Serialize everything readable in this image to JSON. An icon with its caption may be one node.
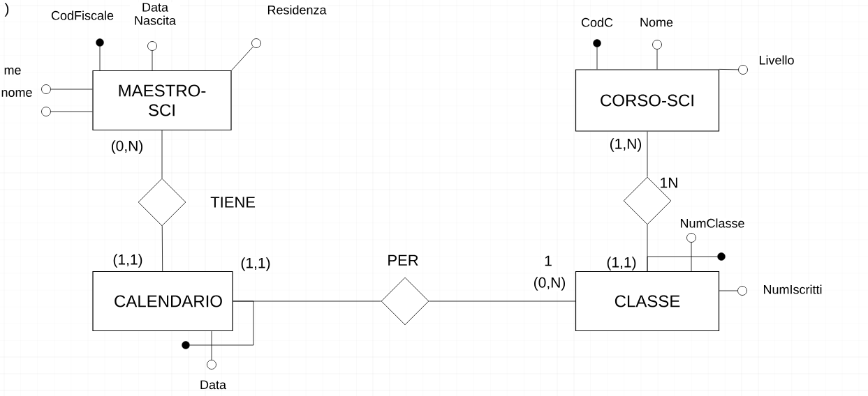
{
  "diagram": {
    "nodes": [
      {
        "text": [
          "MAESTRO-SCI"
        ]
      },
      {
        "text": [
          "CORSO-SCI"
        ]
      },
      {
        "text": [
          "CALENDARIO"
        ]
      },
      {
        "text": [
          "CLASSE"
        ]
      },
      {
        "text": [
          "TIENE"
        ]
      },
      {
        "text": [
          "PER"
        ]
      },
      {
        "text": [],
        "shape": "diamond"
      },
      {
        "text": [],
        "shape": "dot",
        "beside": [
          "CodFiscale"
        ]
      },
      {
        "text": [],
        "shape": "circle",
        "beside": [
          "Data Nascita"
        ]
      },
      {
        "text": [],
        "shape": "circle",
        "beside": [
          "Residenza"
        ]
      },
      {
        "text": [],
        "shape": "circle",
        "beside": [
          "me"
        ]
      },
      {
        "text": [],
        "shape": "circle",
        "beside": [
          "nome"
        ]
      },
      {
        "text": [],
        "shape": "dot",
        "beside": [
          "CodC"
        ]
      },
      {
        "text": [],
        "shape": "circle",
        "beside": [
          "Nome"
        ]
      },
      {
        "text": [],
        "shape": "circle",
        "beside": [
          "Livello"
        ]
      },
      {
        "text": [],
        "shape": "circle",
        "beside": [
          "Data"
        ]
      },
      {
        "text": [],
        "shape": "dot"
      },
      {
        "text": [],
        "shape": "circle",
        "beside": [
          "NumClasse"
        ]
      },
      {
        "text": [],
        "shape": "dot"
      },
      {
        "text": [],
        "shape": "circle",
        "beside": [
          "NumIscritti"
        ]
      }
    ],
    "edges": [
      {
        "from": 0,
        "to": 4,
        "arrow": "none"
      },
      {
        "from": 4,
        "to": 2,
        "arrow": "none"
      },
      {
        "from": 2,
        "to": 5,
        "arrow": "none"
      },
      {
        "from": 5,
        "to": 3,
        "arrow": "none"
      },
      {
        "from": 1,
        "to": 6,
        "arrow": "none"
      },
      {
        "from": 6,
        "to": 3,
        "arrow": "none"
      },
      {
        "from": 0,
        "to": 7,
        "arrow": "none"
      },
      {
        "from": 0,
        "to": 8,
        "arrow": "none"
      },
      {
        "from": 0,
        "to": 9,
        "arrow": "none"
      },
      {
        "from": 0,
        "to": 10,
        "arrow": "none"
      },
      {
        "from": 0,
        "to": 11,
        "arrow": "none"
      },
      {
        "from": 1,
        "to": 12,
        "arrow": "none"
      },
      {
        "from": 1,
        "to": 13,
        "arrow": "none"
      },
      {
        "from": 1,
        "to": 14,
        "arrow": "none"
      },
      {
        "from": 2,
        "to": 15,
        "arrow": "none"
      },
      {
        "from": 16,
        "to": 2,
        "arrow": "none"
      },
      {
        "from": 3,
        "to": 17,
        "arrow": "none"
      },
      {
        "from": 18,
        "to": 3,
        "arrow": "none"
      },
      {
        "from": 3,
        "to": 19,
        "arrow": "none"
      }
    ],
    "labels": [
      ")",
      "(0,N)",
      "(1,1)",
      "(1,1)",
      "1",
      "(0,N)",
      "(1,N)",
      "1N",
      "(1,1)"
    ]
  }
}
